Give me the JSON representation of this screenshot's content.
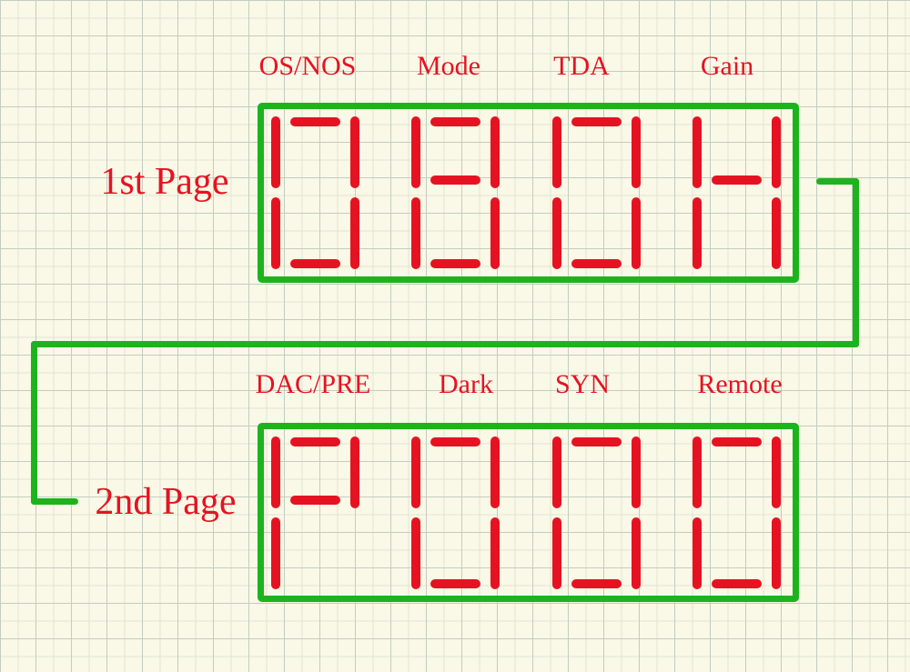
{
  "colors": {
    "background": "#faf8e6",
    "grid_minor": "#e0e3d5",
    "grid_major": "#c3cdc1",
    "frame_green": "#1db31d",
    "signal_red": "#e51322"
  },
  "page1": {
    "title": "1st Page",
    "labels": [
      "OS/NOS",
      "Mode",
      "TDA",
      "Gain"
    ],
    "digits": [
      "0",
      "8",
      "0",
      "H"
    ]
  },
  "page2": {
    "title": "2nd Page",
    "labels": [
      "DAC/PRE",
      "Dark",
      "SYN",
      "Remote"
    ],
    "digits": [
      "P",
      "0",
      "0",
      "0"
    ]
  },
  "segment_font": {
    "0": [
      "A",
      "B",
      "C",
      "D",
      "E",
      "F"
    ],
    "8": [
      "A",
      "B",
      "C",
      "D",
      "E",
      "F",
      "G"
    ],
    "H": [
      "B",
      "C",
      "E",
      "F",
      "G"
    ],
    "P": [
      "A",
      "B",
      "E",
      "F",
      "G"
    ]
  }
}
